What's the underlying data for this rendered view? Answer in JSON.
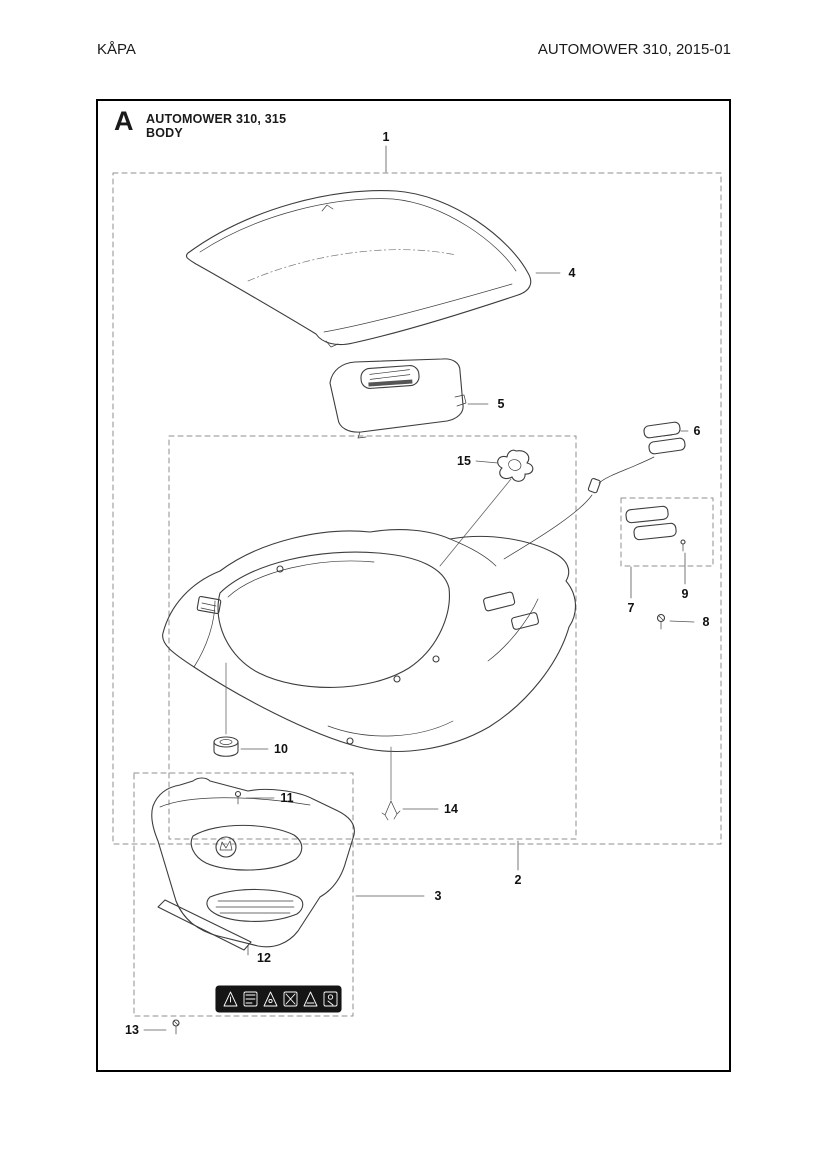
{
  "header": {
    "left": "KÅPA",
    "right": "AUTOMOWER 310, 2015-01"
  },
  "diagram": {
    "section_letter": "A",
    "title_line1": "AUTOMOWER 310, 315",
    "title_line2": "BODY"
  },
  "callouts": {
    "c1": "1",
    "c2": "2",
    "c3": "3",
    "c4": "4",
    "c5": "5",
    "c6": "6",
    "c7": "7",
    "c8": "8",
    "c9": "9",
    "c10": "10",
    "c11": "11",
    "c12": "12",
    "c13": "13",
    "c14": "14",
    "c15": "15"
  }
}
